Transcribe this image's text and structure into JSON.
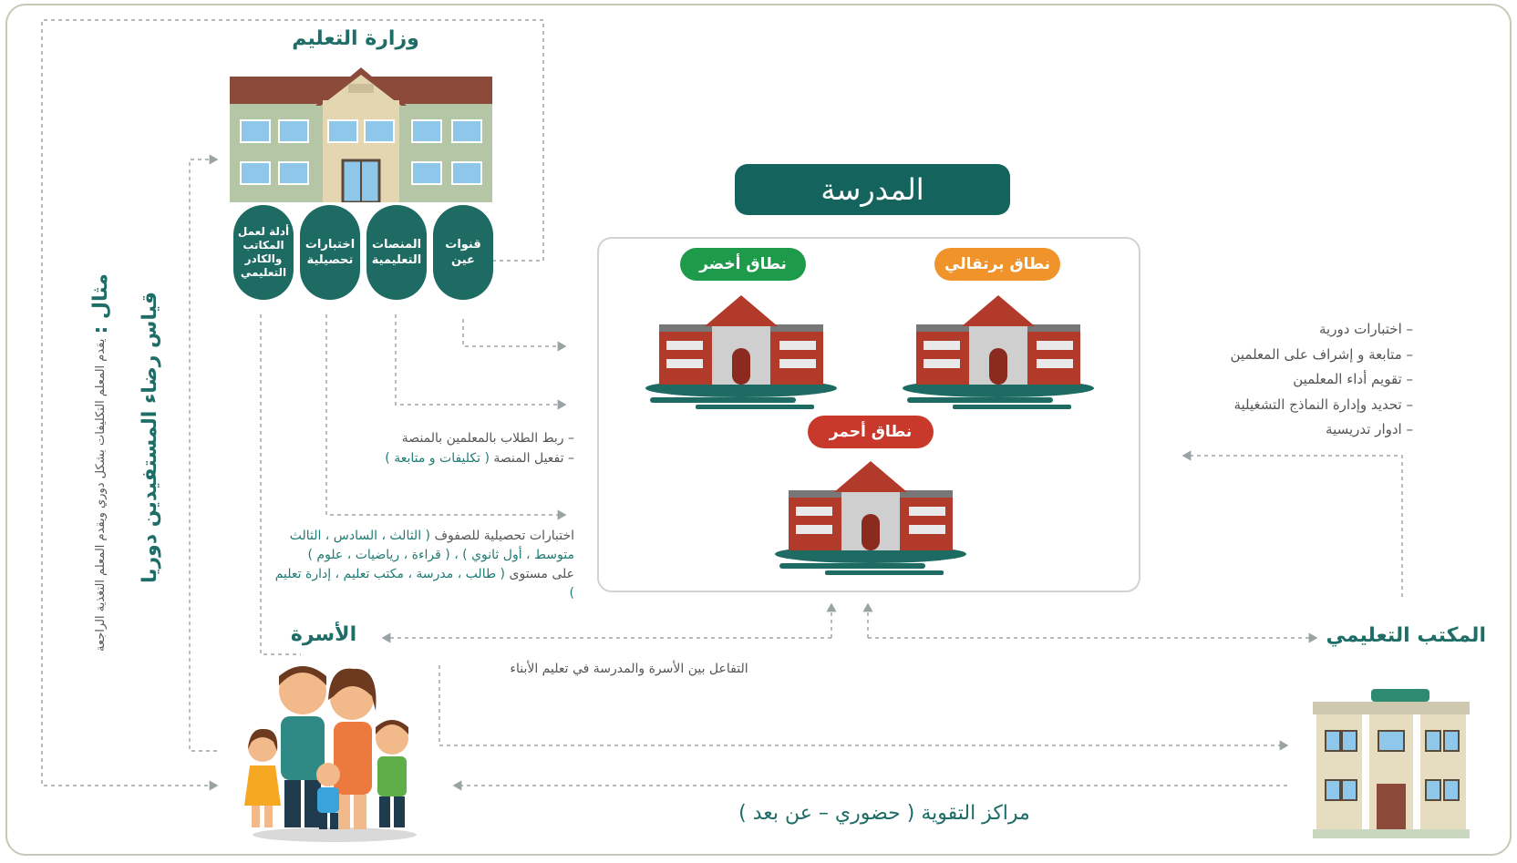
{
  "ministry": {
    "title": "وزارة التعليم",
    "pills": [
      "قنوات عين",
      "المنصات التعليمية",
      "اختبارات تحصيلية",
      "أدلة لعمل المكاتب والكادر التعليمي"
    ]
  },
  "school": {
    "title": "المدرسة",
    "zones": {
      "orange": "نطاق برتقالي",
      "green": "نطاق أخضر",
      "red": "نطاق أحمر"
    }
  },
  "platform_notes": {
    "line1": "– ربط الطلاب بالمعلمين بالمنصة",
    "line2_prefix": "– تفعيل المنصة",
    "line2_highlight": "( تكليفات و متابعة )"
  },
  "tests_note": {
    "line1_prefix": "اختبارات تحصيلية للصفوف",
    "line1_highlight": "( الثالث ، السادس ، الثالث متوسط ، أول ثانوي ) ، ( قراءة ، رياضيات ، علوم )",
    "line2_prefix": "على مستوى",
    "line2_highlight": "( طالب ، مدرسة ، مكتب تعليم ، إدارة تعليم )"
  },
  "office": {
    "title": "المكتب التعليمي",
    "tasks": [
      "– اختبارات دورية",
      "– متابعة و إشراف على المعلمين",
      "– تقويم أداء المعلمين",
      "– تحديد وإدارة النماذج التشغيلية",
      "– ادوار تدريسية"
    ]
  },
  "family": {
    "title": "الأسرة",
    "interaction": "التفاعل بين الأسرة والمدرسة في تعليم الأبناء"
  },
  "centers": "مراكز التقوية ( حضوري – عن بعد )",
  "side_notes": {
    "survey": "قياس رضاء المستفيدين دوريا",
    "example_label": "مثال :",
    "example_text": "يقدم المعلم التكليفات بشكل دوري ويقدم المعلم التغذية الراجعة"
  },
  "colors": {
    "teal": "#1e6b64",
    "orange": "#f0932b",
    "green": "#1e9a4b",
    "red": "#c8392b"
  }
}
